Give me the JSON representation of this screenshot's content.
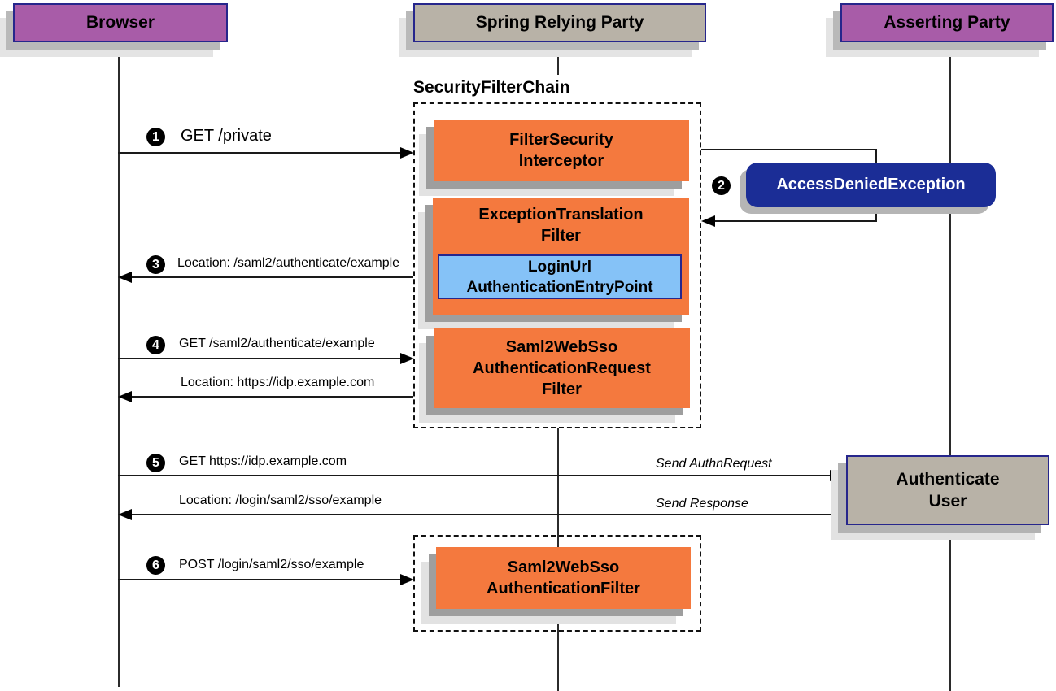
{
  "colors": {
    "actor_purple": "#a85ca8",
    "actor_gray": "#b8b2a7",
    "filter_orange": "#f4793e",
    "entrypoint_blue": "#85c2f7",
    "exception_navy": "#1b2d96",
    "border_navy": "#26268c"
  },
  "actors": [
    {
      "id": "browser",
      "label": "Browser"
    },
    {
      "id": "relying-party",
      "label": "Spring Relying Party"
    },
    {
      "id": "asserting-party",
      "label": "Asserting Party"
    }
  ],
  "security_filter_chain": {
    "title": "SecurityFilterChain",
    "filters": [
      {
        "label": "FilterSecurity\nInterceptor"
      },
      {
        "label": "ExceptionTranslation\nFilter",
        "child": "LoginUrl\nAuthenticationEntryPoint"
      },
      {
        "label": "Saml2WebSso\nAuthenticationRequest\nFilter"
      }
    ]
  },
  "bottom_chain": {
    "filters": [
      {
        "label": "Saml2WebSso\nAuthenticationFilter"
      }
    ]
  },
  "exception_box": {
    "label": "AccessDeniedException"
  },
  "authenticate_box": {
    "label": "Authenticate\nUser"
  },
  "messages": [
    {
      "num": "1",
      "label": "GET /private"
    },
    {
      "num": "2"
    },
    {
      "num": "3",
      "label": "Location: /saml2/authenticate/example"
    },
    {
      "num": "4",
      "label": "GET /saml2/authenticate/example",
      "return_label": "Location: https://idp.example.com"
    },
    {
      "num": "5",
      "label": "GET https://idp.example.com",
      "right_label": "Send AuthnRequest",
      "return_label": "Location: /login/saml2/sso/example",
      "right_return_label": "Send Response"
    },
    {
      "num": "6",
      "label": "POST /login/saml2/sso/example"
    }
  ]
}
